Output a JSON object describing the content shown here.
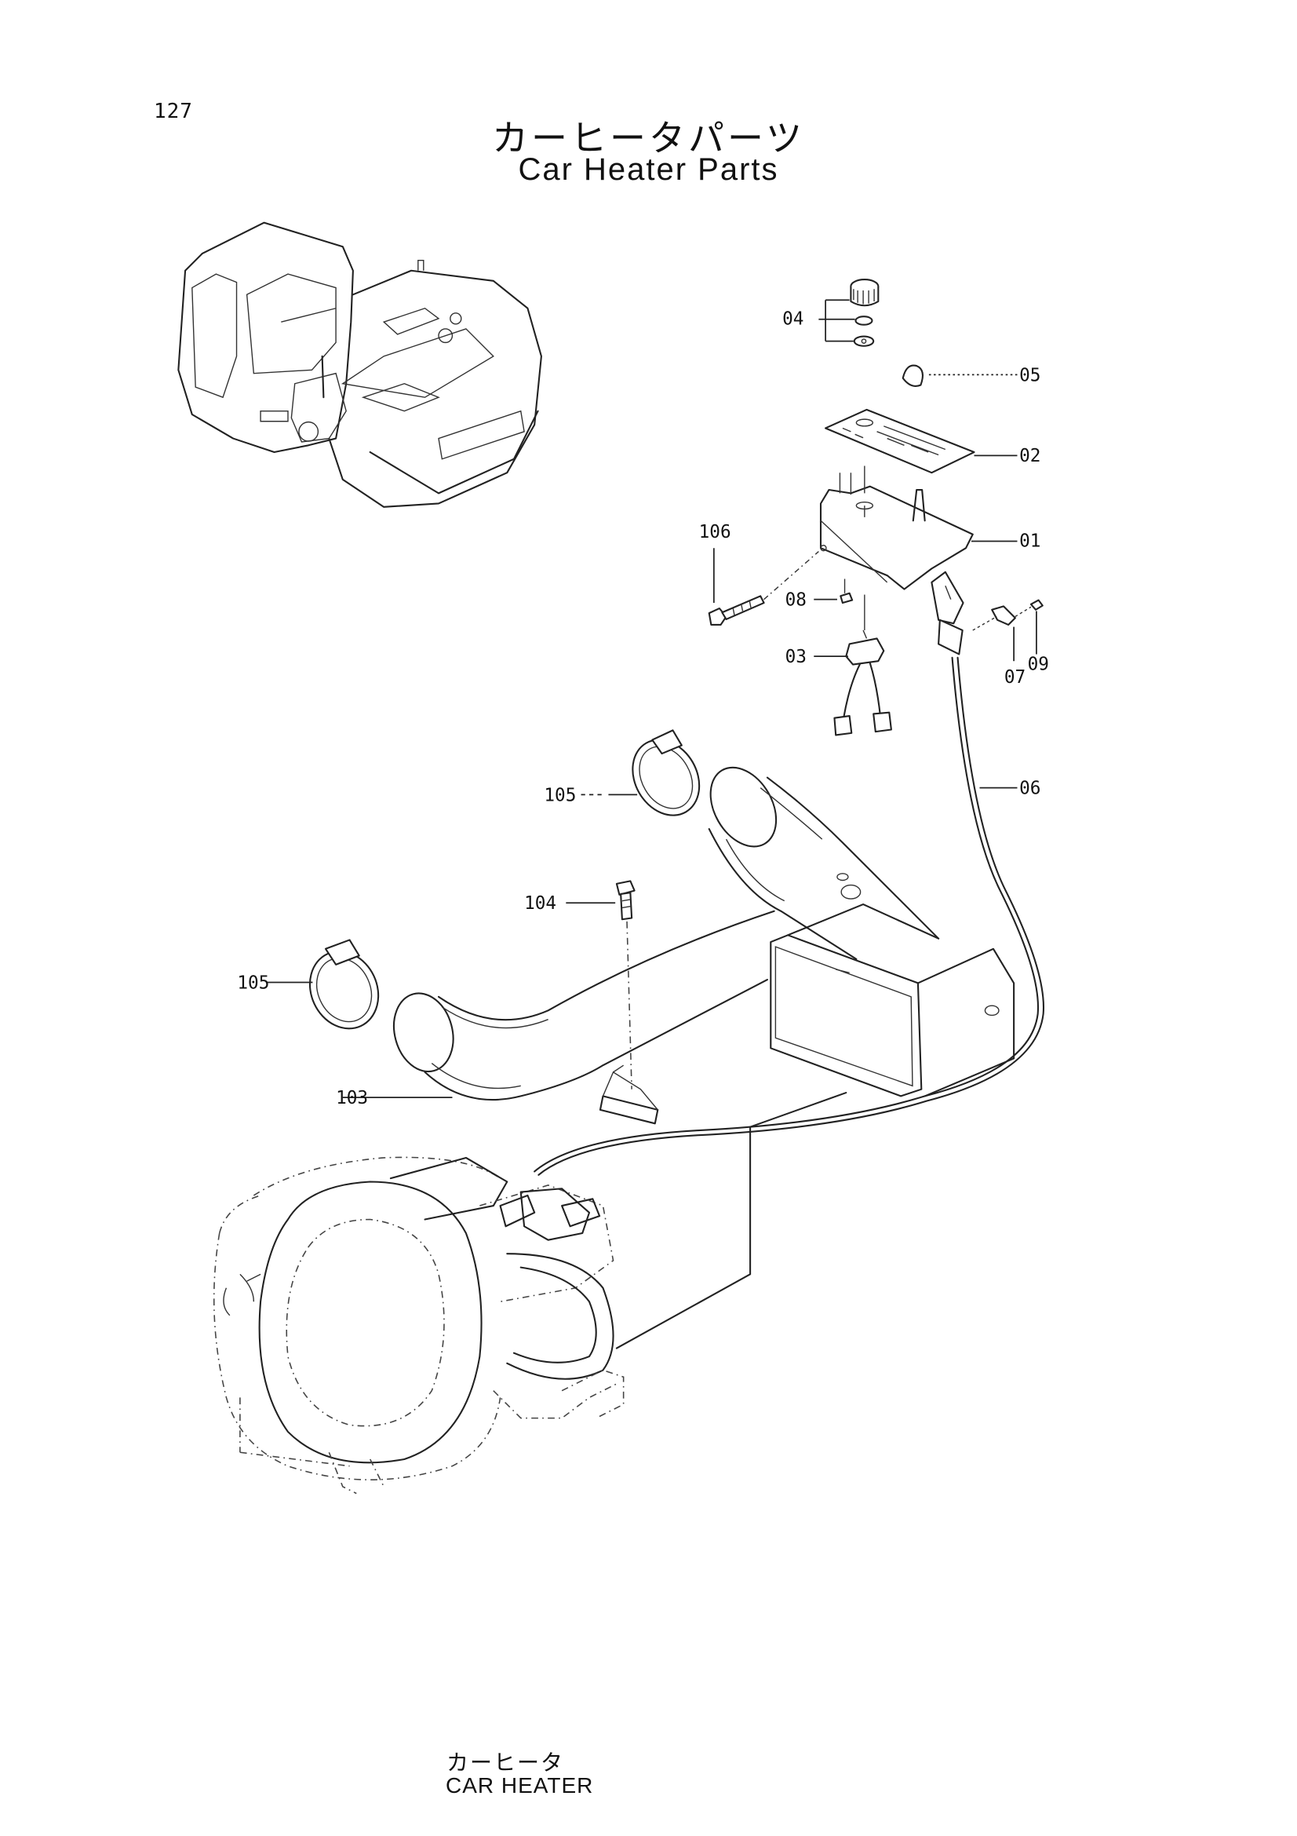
{
  "page": {
    "number": "127",
    "title_ja": "カーヒータパーツ",
    "title_en": "Car Heater Parts"
  },
  "callouts": {
    "c04": "04",
    "c05": "05",
    "c02": "02",
    "c01": "01",
    "c106": "106",
    "c08": "08",
    "c07": "07",
    "c09": "09",
    "c03": "03",
    "c06": "06",
    "c105a": "105",
    "c104": "104",
    "c105b": "105",
    "c103": "103"
  },
  "caption": {
    "ja": "カーヒータ",
    "en": "CAR HEATER"
  }
}
